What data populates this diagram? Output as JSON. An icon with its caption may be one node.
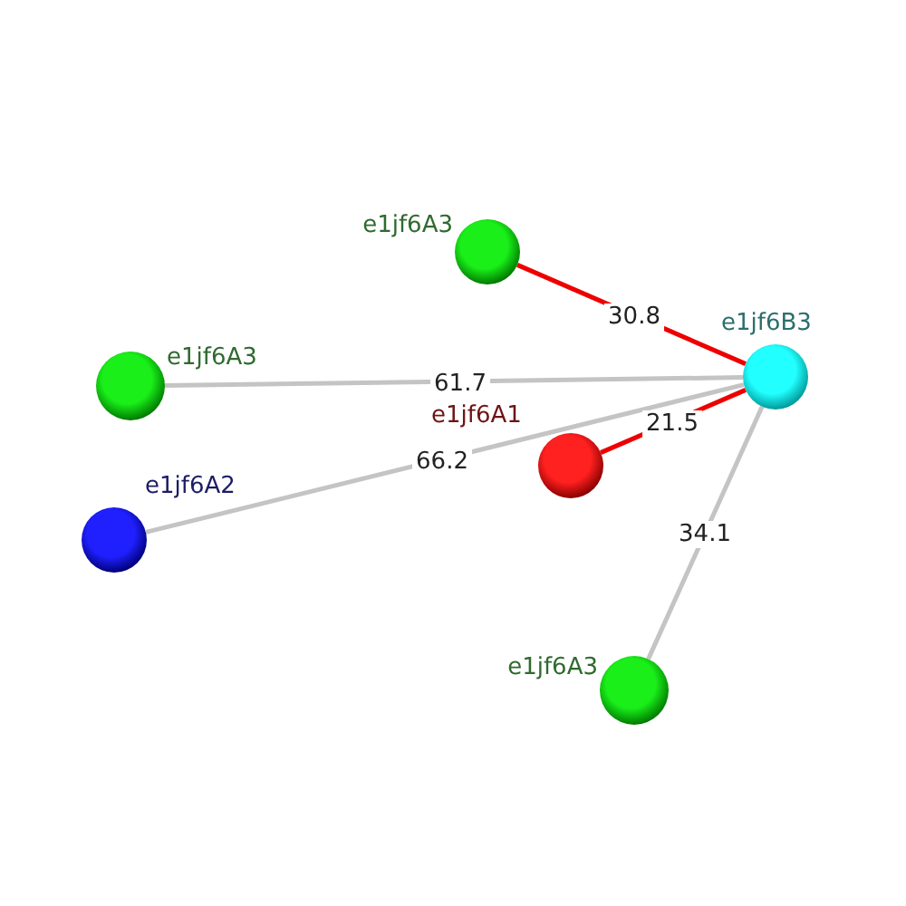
{
  "diagram": {
    "nodes": [
      {
        "text": [],
        "shape": "circle",
        "beside": [
          "e1jf6A3"
        ]
      },
      {
        "text": [],
        "shape": "circle",
        "beside": [
          "e1jf6B3"
        ]
      },
      {
        "text": [],
        "shape": "circle",
        "beside": [
          "e1jf6A3"
        ]
      },
      {
        "text": [],
        "shape": "circle",
        "beside": [
          "e1jf6A1"
        ]
      },
      {
        "text": [],
        "shape": "circle",
        "beside": [
          "e1jf6A2"
        ]
      },
      {
        "text": [],
        "shape": "circle",
        "beside": [
          "e1jf6A3"
        ]
      }
    ],
    "edges": [
      {
        "from": 0,
        "to": 1,
        "arrow": "none",
        "label": "30.8",
        "color": "#ee0000"
      },
      {
        "from": 2,
        "to": 1,
        "arrow": "none",
        "label": "61.7"
      },
      {
        "from": 3,
        "to": 1,
        "arrow": "none",
        "label": "21.5",
        "color": "#ee0000"
      },
      {
        "from": 4,
        "to": 1,
        "arrow": "none",
        "label": "66.2"
      },
      {
        "from": 5,
        "to": 1,
        "arrow": "none",
        "label": "34.1"
      }
    ]
  }
}
